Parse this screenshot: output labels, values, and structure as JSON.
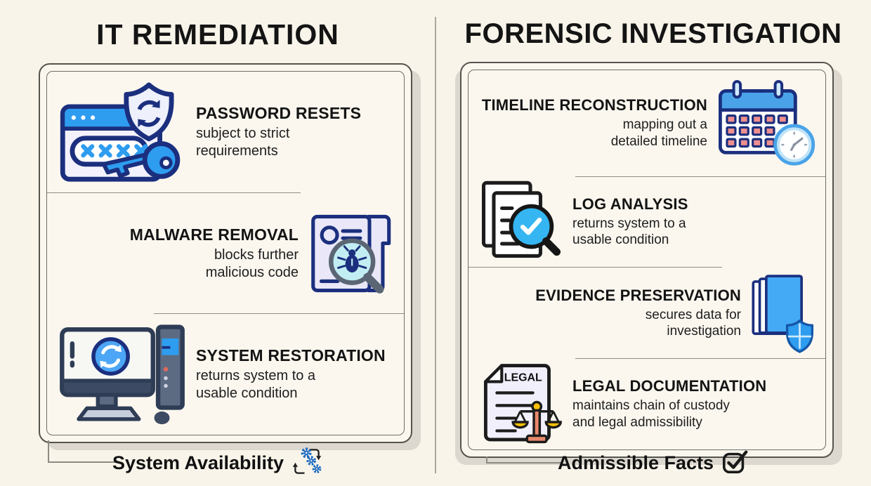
{
  "header": {
    "left_title": "IT REMEDIATION",
    "right_title": "FORENSIC INVESTIGATION"
  },
  "left_panel": {
    "items": [
      {
        "title": "PASSWORD RESETS",
        "desc": "subject to strict\nrequirements",
        "icon": "password-reset-icon",
        "icon_side": "left"
      },
      {
        "title": "MALWARE REMOVAL",
        "desc": "blocks further\nmalicious code",
        "icon": "malware-scan-icon",
        "icon_side": "right"
      },
      {
        "title": "SYSTEM RESTORATION",
        "desc": "returns system to a\nusable condition",
        "icon": "system-restore-icon",
        "icon_side": "left"
      }
    ],
    "footer": {
      "label": "System Availability",
      "icon": "process-gears-icon"
    }
  },
  "right_panel": {
    "items": [
      {
        "title": "TIMELINE RECONSTRUCTION",
        "desc": "mapping out a\ndetailed timeline",
        "icon": "calendar-clock-icon",
        "icon_side": "right"
      },
      {
        "title": "LOG ANALYSIS",
        "desc": "returns system to a\nusable condition",
        "icon": "log-analysis-icon",
        "icon_side": "left"
      },
      {
        "title": "EVIDENCE PRESERVATION",
        "desc": "secures data for\ninvestigation",
        "icon": "evidence-preservation-icon",
        "icon_side": "right"
      },
      {
        "title": "LEGAL DOCUMENTATION",
        "desc": "maintains chain of custody\nand legal admissibility",
        "icon": "legal-document-icon",
        "icon_side": "left"
      }
    ],
    "footer": {
      "label": "Admissible Facts",
      "icon": "checkbox-check-icon"
    }
  },
  "icon_text": {
    "legal_label": "LEGAL"
  },
  "colors": {
    "background": "#f8f4ea",
    "card": "#fbf7ef",
    "card_border": "#55544e",
    "divider": "#8f8d85",
    "shadow": "#dcd8cf",
    "text": "#141414",
    "accent_blue": "#2e9df0",
    "navy_outline": "#1b2f7e",
    "cyan_fill": "#c2eef3",
    "scales_yellow": "#ffc107"
  }
}
